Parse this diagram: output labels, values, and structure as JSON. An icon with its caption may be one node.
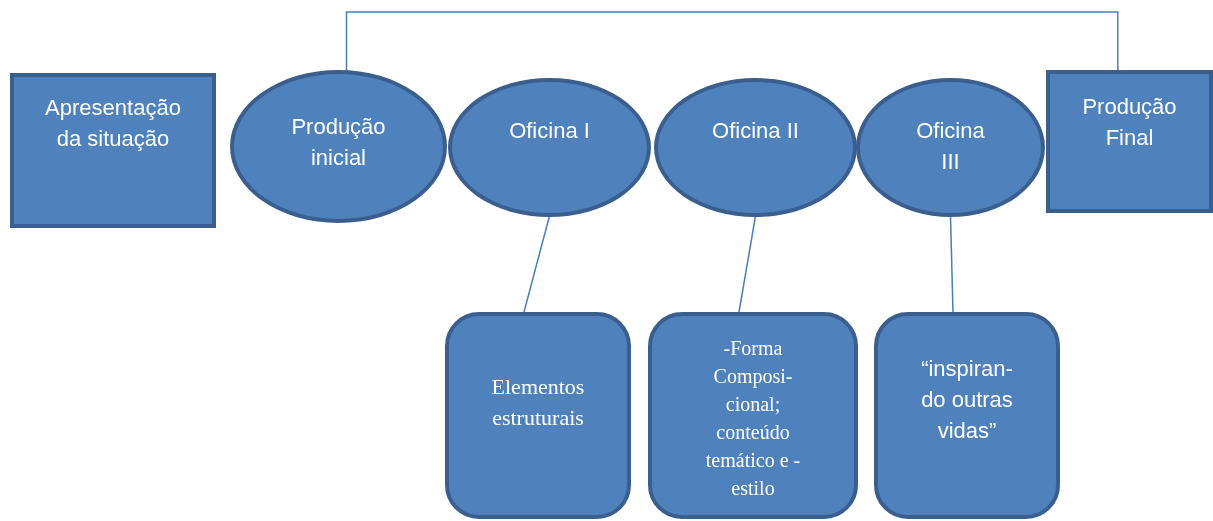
{
  "diagram": {
    "nodes": [
      {
        "text": [
          "Apresentação da situação"
        ]
      },
      {
        "text": [
          "Produção inicial"
        ]
      },
      {
        "text": [
          "Oficina I"
        ]
      },
      {
        "text": [
          "Oficina II"
        ]
      },
      {
        "text": [
          "Oficina III"
        ]
      },
      {
        "text": [
          "Produção Final"
        ]
      },
      {
        "text": [
          "Elementos estruturais"
        ]
      },
      {
        "text": [
          "-Forma Composi- cional; conteúdo temático e - estilo"
        ]
      },
      {
        "text": [
          "“inspiran- do outras vidas”"
        ]
      }
    ],
    "edges": [
      {
        "from": 1,
        "to": 5,
        "arrow": "none"
      },
      {
        "from": 2,
        "to": 6,
        "arrow": "none"
      },
      {
        "from": 3,
        "to": 7,
        "arrow": "none"
      },
      {
        "from": 4,
        "to": 8,
        "arrow": "none"
      }
    ]
  }
}
